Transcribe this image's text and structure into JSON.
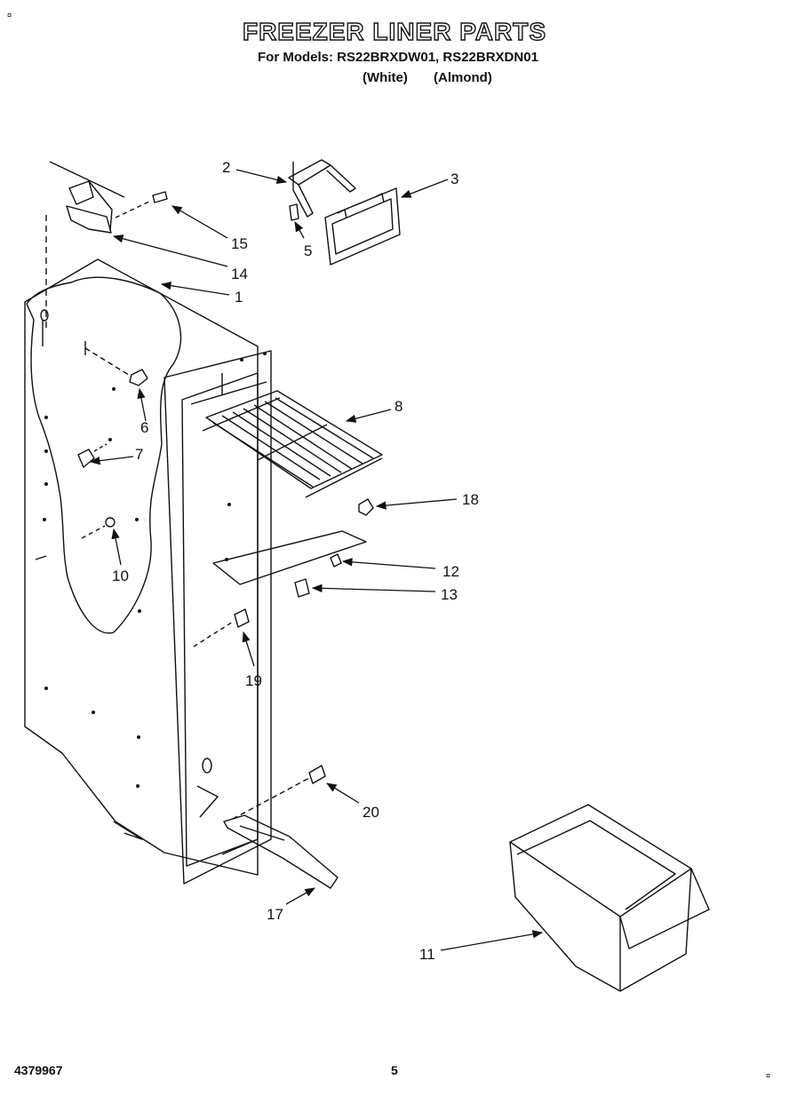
{
  "header": {
    "corner_mark": "¤",
    "title": "FREEZER LINER PARTS",
    "subtitle": "For Models: RS22BRXDW01, RS22BRXDN01",
    "color_white": "(White)",
    "color_almond": "(Almond)"
  },
  "callouts": [
    "1",
    "2",
    "3",
    "5",
    "6",
    "7",
    "8",
    "10",
    "11",
    "12",
    "13",
    "14",
    "15",
    "17",
    "18",
    "19",
    "20"
  ],
  "footer": {
    "part_number": "4379967",
    "page_number": "5",
    "corner_mark": "¤"
  }
}
